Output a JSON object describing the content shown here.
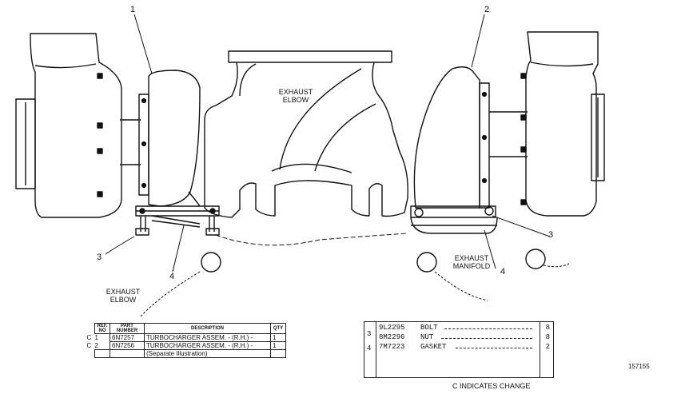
{
  "labels": {
    "exhaust_elbow_top": [
      "EXHAUST",
      "ELBOW"
    ],
    "exhaust_elbow_left": [
      "EXHAUST",
      "ELBOW"
    ],
    "exhaust_manifold": [
      "EXHAUST",
      "MANIFOLD"
    ]
  },
  "callouts": [
    "1",
    "2",
    "3",
    "3",
    "4",
    "4"
  ],
  "left_table": {
    "headers": [
      "REF. NO",
      "PART NUMBER",
      "DESCRIPTION",
      "QTY"
    ],
    "rows": [
      {
        "flag": "C",
        "ref": "1",
        "part": "6N7257",
        "desc": "TURBOCHARGER ASSEM. - (R.H.) -",
        "qty": "1"
      },
      {
        "flag": "C",
        "ref": "2",
        "part": "6N7256",
        "desc": "TURBOCHARGER ASSEM. - (R.H.) -",
        "qty": "1"
      },
      {
        "flag": "",
        "ref": "",
        "part": "",
        "desc": "(Separate Illustration)",
        "qty": ""
      }
    ]
  },
  "right_table": {
    "rows": [
      {
        "ref": "3",
        "part": "9L2295",
        "desc": "BOLT",
        "qty": "8"
      },
      {
        "ref": "",
        "part": "8M2296",
        "desc": "NUT",
        "qty": "8"
      },
      {
        "ref": "4",
        "part": "7M7223",
        "desc": "GASKET",
        "qty": "2"
      }
    ]
  },
  "change_note": "C INDICATES CHANGE",
  "figure_number": "157155"
}
